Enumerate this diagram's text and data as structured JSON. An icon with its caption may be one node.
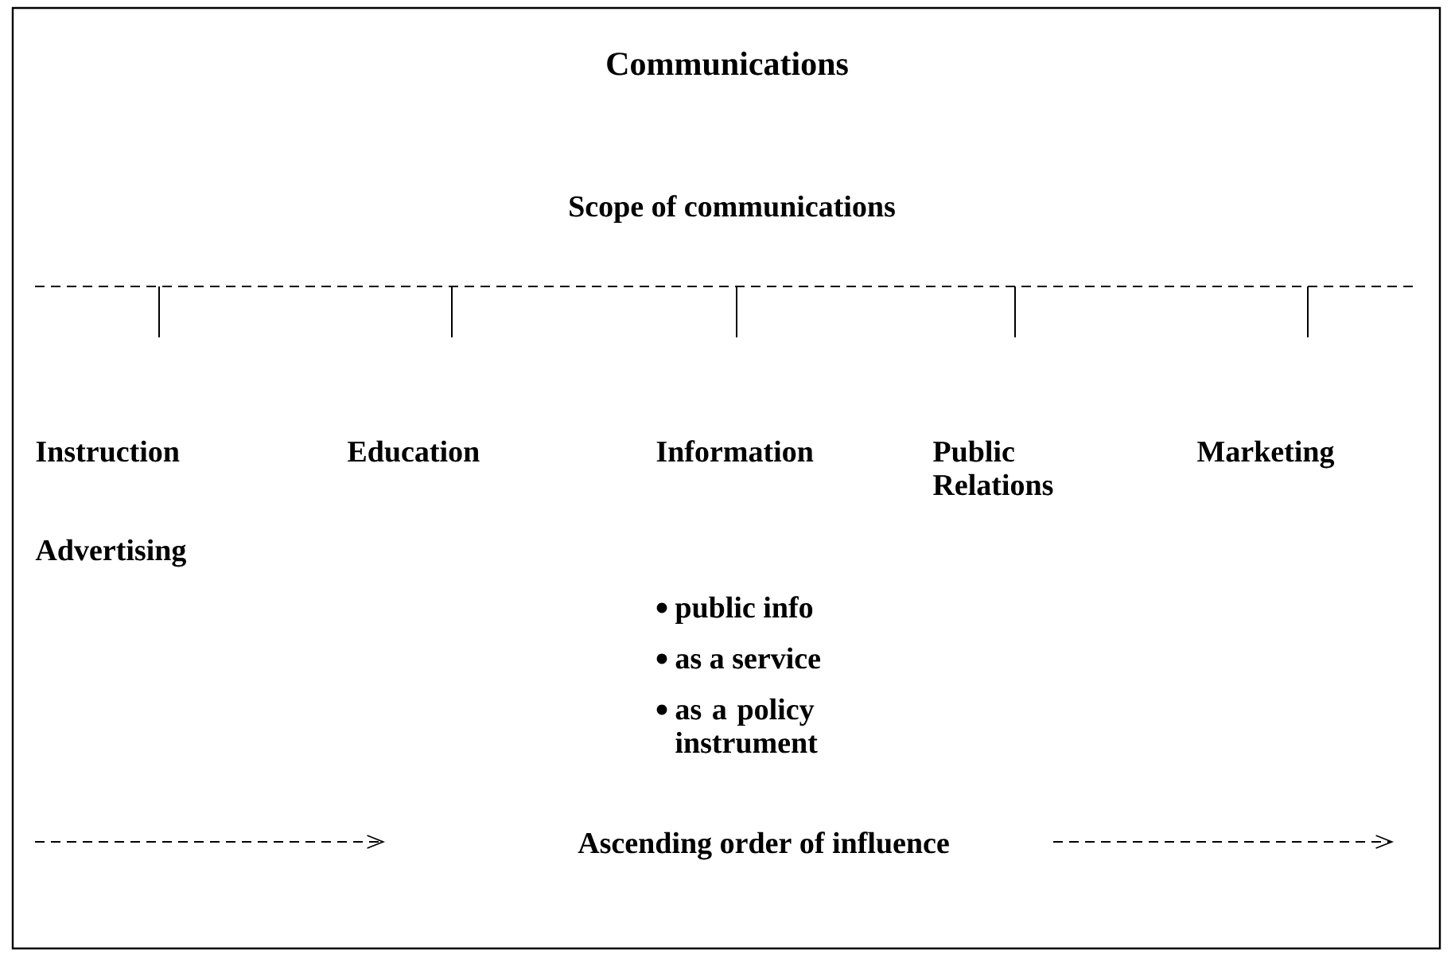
{
  "diagram": {
    "title": "Communications",
    "labels": [
      "Scope of communications",
      "Instruction",
      "Education",
      "Information",
      "Public Relations",
      "Marketing",
      "Advertising",
      "public info",
      "as a service",
      "as a policy instrument",
      "Ascending order of influence"
    ]
  }
}
